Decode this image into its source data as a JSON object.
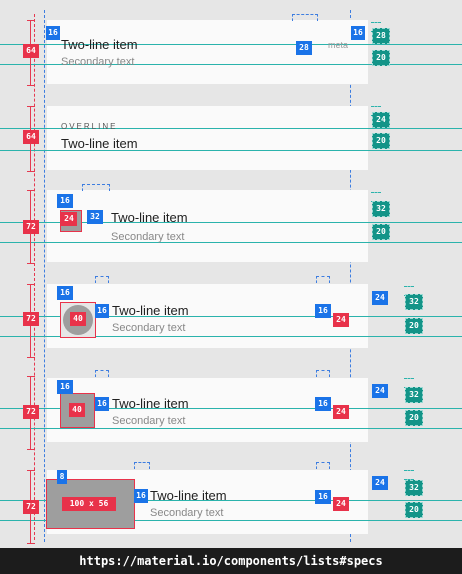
{
  "rows": [
    {
      "height": "64",
      "primary": "Two-line item",
      "secondary": "Secondary text",
      "meta": "meta",
      "left_gap": "16",
      "meta_gap": "28",
      "right_gap": "16",
      "tall": "28",
      "short": "20"
    },
    {
      "height": "64",
      "overline": "OVERLINE",
      "primary": "Two-line item",
      "tall": "24",
      "short": "20"
    },
    {
      "height": "72",
      "primary": "Two-line item",
      "secondary": "Secondary text",
      "top_gap": "16",
      "icon_size": "24",
      "text_gap": "32",
      "tall": "32",
      "short": "20"
    },
    {
      "height": "72",
      "primary": "Two-line item",
      "secondary": "Secondary text",
      "top_gap": "16",
      "avatar_size": "40",
      "text_gap": "16",
      "right_gap": "16",
      "trailing_size": "24",
      "trailing_top": "24",
      "tall": "32",
      "short": "20"
    },
    {
      "height": "72",
      "primary": "Two-line item",
      "secondary": "Secondary text",
      "top_gap": "16",
      "image_size": "40",
      "text_gap": "16",
      "right_gap": "16",
      "trailing_size": "24",
      "trailing_top": "24",
      "tall": "32",
      "short": "20"
    },
    {
      "height": "72",
      "primary": "Two-line item",
      "secondary": "Secondary text",
      "top_gap": "8",
      "thumb_size": "100 x 56",
      "text_gap": "16",
      "right_gap": "16",
      "trailing_size": "24",
      "trailing_top": "24",
      "tall": "32",
      "short": "20"
    }
  ],
  "caption": "https://material.io/components/lists#specs",
  "colors": {
    "blue": "#1a73e8",
    "red": "#e8324a",
    "teal": "#139488",
    "keyline": "#2bb3ac"
  }
}
